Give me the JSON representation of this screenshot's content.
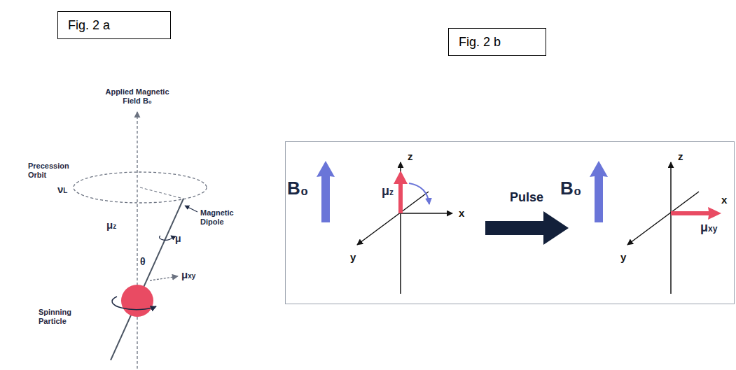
{
  "diagram": {
    "nodes": [
      {
        "text": [
          "Fig. 2 a"
        ]
      },
      {
        "text": [
          "Fig. 2 b"
        ]
      }
    ],
    "labels": [
      "Applied Magnetic Field B₀",
      "Precession Orbit",
      "νL",
      "Magnetic Dipole",
      "μz",
      "μ",
      "θ",
      "μxy",
      "Spinning Particle",
      "B₀",
      "z",
      "μz",
      "x",
      "y",
      "Pulse",
      "B₀",
      "z",
      "x",
      "μxy",
      "y"
    ]
  }
}
